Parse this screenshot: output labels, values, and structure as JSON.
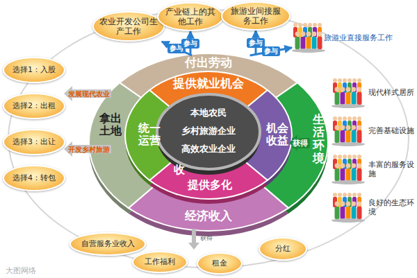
{
  "diagram": {
    "nodes": [
      {
        "text": [
          "付出劳动"
        ]
      },
      {
        "text": [
          "拿出土地"
        ]
      },
      {
        "text": [
          "生活环境"
        ]
      },
      {
        "text": [
          "经济收入"
        ]
      },
      {
        "text": [
          "提供就业机会"
        ]
      },
      {
        "text": [
          "统一运营"
        ]
      },
      {
        "text": [
          "机会",
          "收益"
        ]
      },
      {
        "text": [
          "收",
          "提供多化"
        ]
      },
      {
        "text": [
          "本地农民",
          "乡村旅游企业",
          "高效农业企业"
        ]
      },
      {
        "text": [
          "农业开发公司生产工作"
        ]
      },
      {
        "text": [
          "产业链上的其他工作"
        ]
      },
      {
        "text": [
          "旅游业间接服务工作"
        ]
      },
      {
        "text": [
          "旅游业直接服务工作"
        ]
      },
      {
        "text": [
          "选择1：入股"
        ]
      },
      {
        "text": [
          "选择2：出租"
        ]
      },
      {
        "text": [
          "选择3：出让"
        ]
      },
      {
        "text": [
          "选择4：转包"
        ]
      },
      {
        "text": [
          "现代样式居所"
        ]
      },
      {
        "text": [
          "完善基础设施"
        ]
      },
      {
        "text": [
          "丰富的服务设施"
        ]
      },
      {
        "text": [
          "良好的生态环境"
        ]
      },
      {
        "text": [
          "自营服务业收入"
        ]
      },
      {
        "text": [
          "工作福利"
        ]
      },
      {
        "text": [
          "租金"
        ]
      },
      {
        "text": [
          "分红"
        ]
      }
    ],
    "edges": [
      {
        "from": 0,
        "to": 9,
        "label": "参与",
        "arrow": "to"
      },
      {
        "from": 0,
        "to": 10,
        "label": "参与",
        "arrow": "to"
      },
      {
        "from": 0,
        "to": 11,
        "label": "参与",
        "arrow": "to"
      },
      {
        "from": 0,
        "to": 12,
        "label": "参与",
        "arrow": "to"
      }
    ],
    "labels": [
      "发展现代农业",
      "开发乡村旅游",
      "获得",
      "获得",
      "大图网络"
    ]
  }
}
